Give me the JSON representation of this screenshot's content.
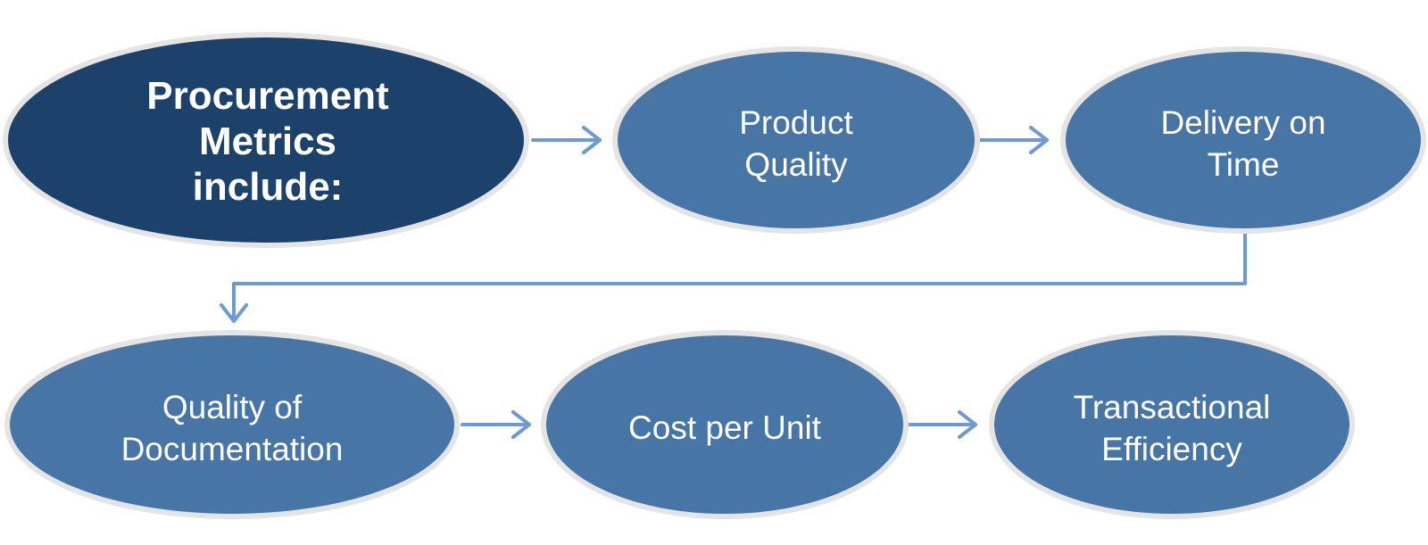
{
  "colors": {
    "title_node_fill": "#1c416b",
    "metric_node_fill": "#4775a6",
    "node_border": "#e4e4e4",
    "connector": "#6d9ad0",
    "text": "#ffffff"
  },
  "nodes": {
    "title": {
      "lines": [
        "Procurement",
        "Metrics",
        "include:"
      ]
    },
    "product_quality": {
      "lines": [
        "Product",
        "Quality"
      ]
    },
    "delivery_on_time": {
      "lines": [
        "Delivery on",
        "Time"
      ]
    },
    "quality_of_documentation": {
      "lines": [
        "Quality of",
        "Documentation"
      ]
    },
    "cost_per_unit": {
      "lines": [
        "Cost per Unit"
      ]
    },
    "transactional_efficiency": {
      "lines": [
        "Transactional",
        "Efficiency"
      ]
    }
  },
  "flow": [
    "title",
    "product_quality",
    "delivery_on_time",
    "quality_of_documentation",
    "cost_per_unit",
    "transactional_efficiency"
  ]
}
